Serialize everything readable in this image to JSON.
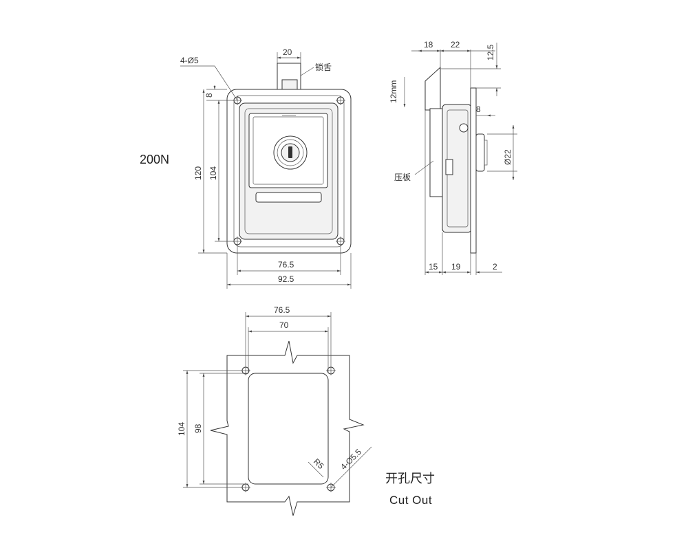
{
  "load_label": "200N",
  "front_view": {
    "dim_width_outer": "92.5",
    "dim_width_inner": "76.5",
    "dim_height_outer": "120",
    "dim_height_inner": "104",
    "dim_tongue_width": "20",
    "dim_hole_offset": "8",
    "hole_spec": "4-Ø5",
    "tongue_label": "锁舌"
  },
  "side_view": {
    "dim_top_a": "18",
    "dim_top_b": "22",
    "dim_top_c": "12.5",
    "travel": "12mm",
    "dim_cyl_offset": "8",
    "dim_cyl_dia": "Ø22",
    "plate_label": "压板",
    "dim_bottom_a": "15",
    "dim_bottom_b": "19",
    "dim_bottom_c": "2"
  },
  "cutout_view": {
    "dim_width_outer": "76.5",
    "dim_width_inner": "70",
    "dim_height_outer": "104",
    "dim_height_inner": "98",
    "radius": "R5",
    "hole_spec": "4-Ø5.5",
    "title_cn": "开孔尺寸",
    "title_en": "Cut Out"
  }
}
